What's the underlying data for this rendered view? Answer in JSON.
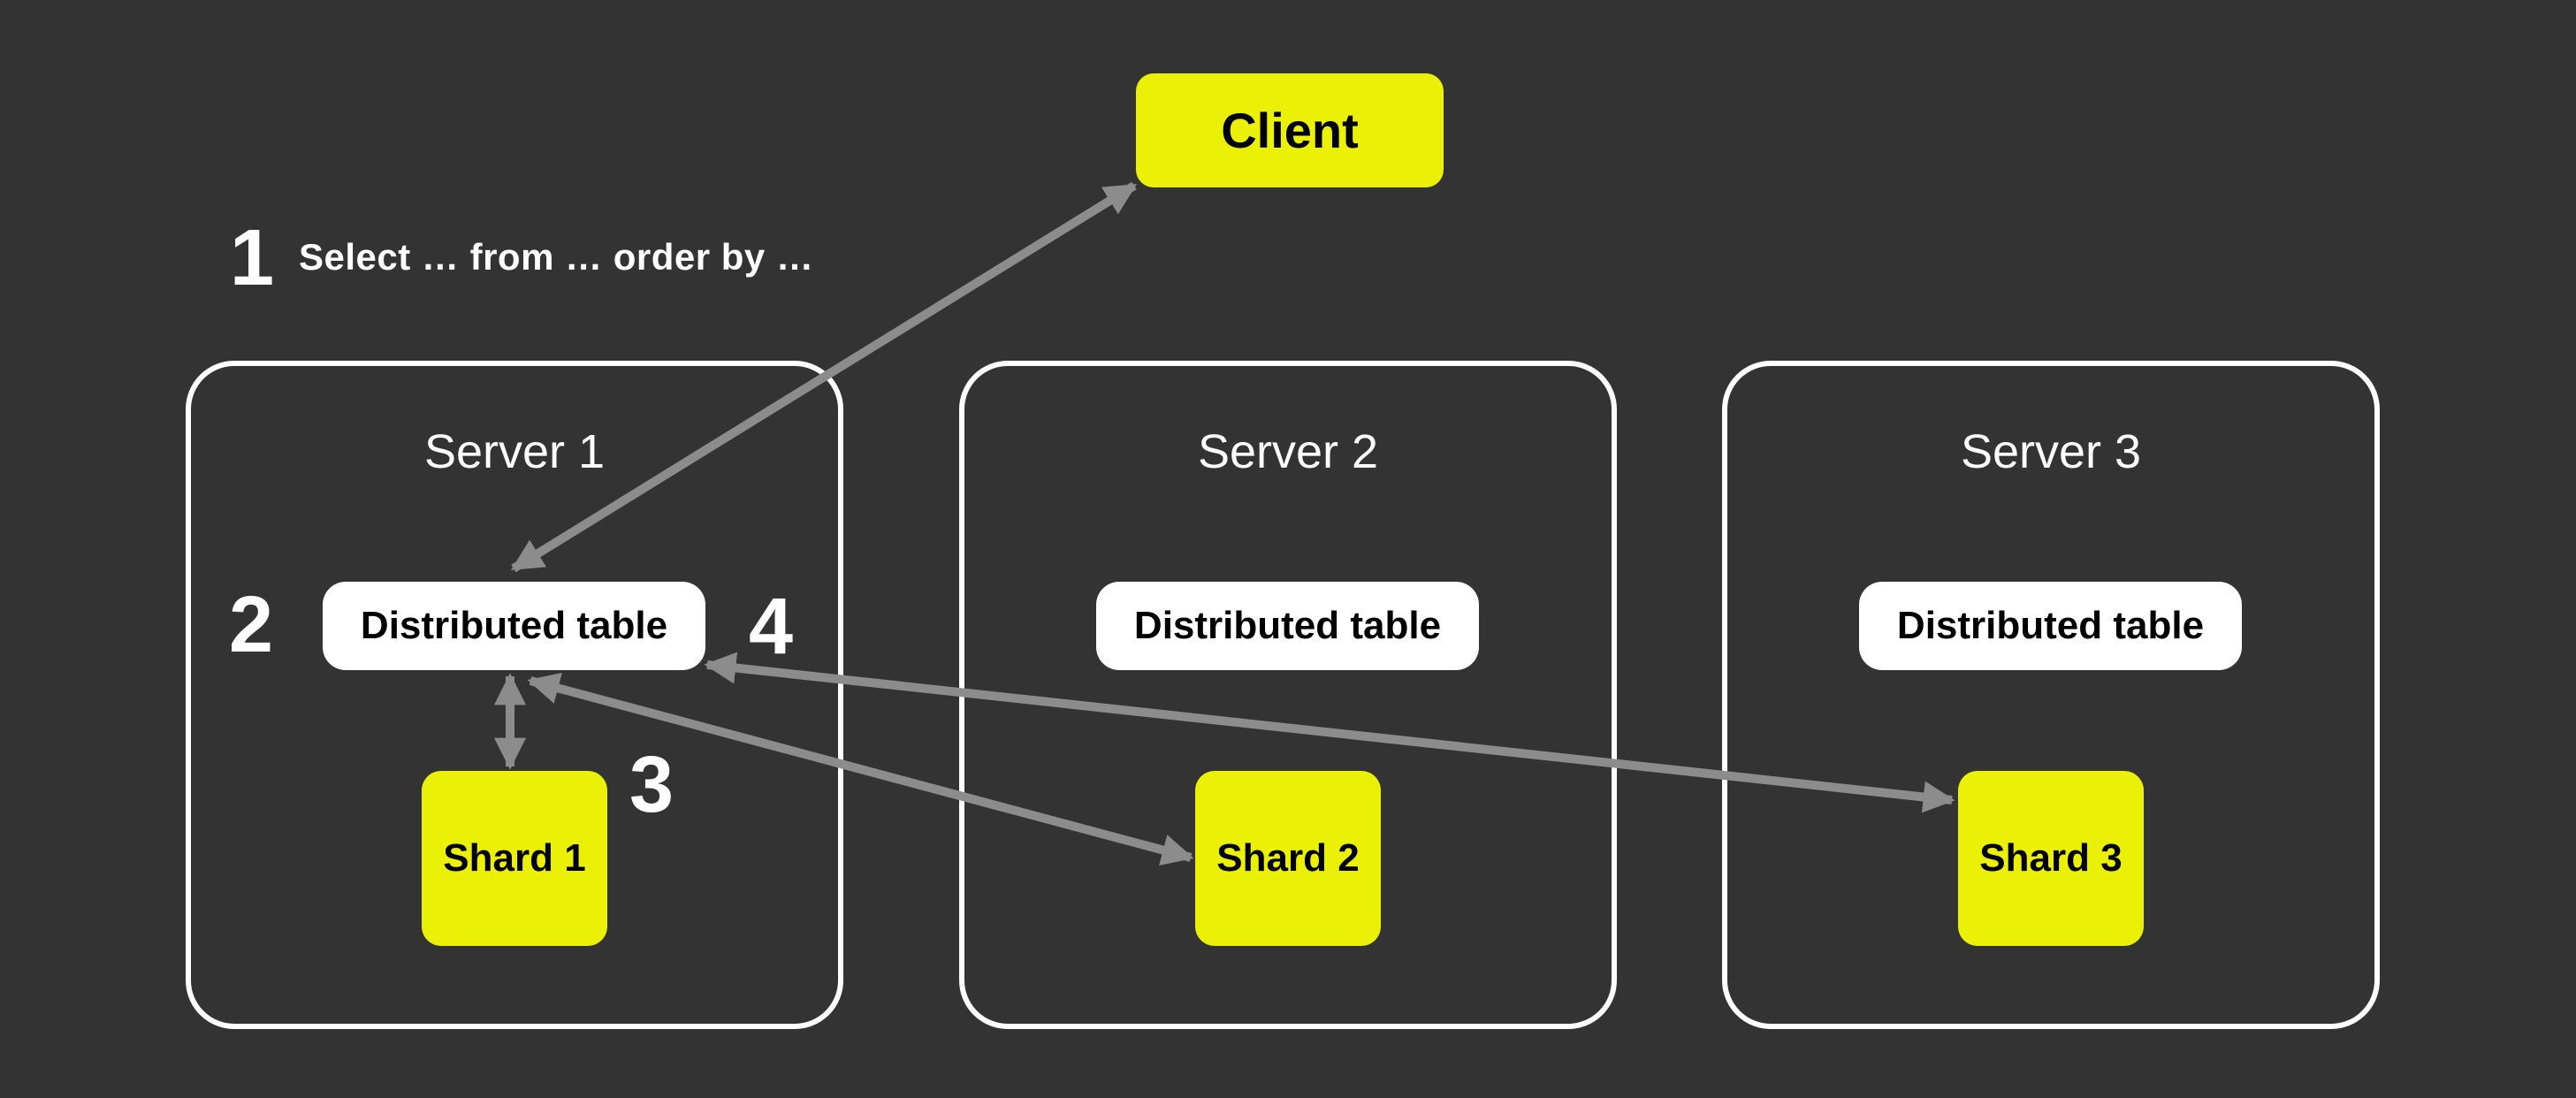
{
  "colors": {
    "background": "#333333",
    "accent_yellow": "#EAF106",
    "node_white": "#FFFFFF",
    "arrow_gray": "#8C8C8C",
    "text_light": "#FFFFFF",
    "text_dark": "#000000",
    "server_border": "#FFFFFF"
  },
  "client": {
    "label": "Client"
  },
  "annotation": {
    "number": "1",
    "query": "Select … from … order by …"
  },
  "step_markers": {
    "two": "2",
    "three": "3",
    "four": "4"
  },
  "servers": [
    {
      "title": "Server 1",
      "distributed_table": "Distributed table",
      "shard": "Shard 1"
    },
    {
      "title": "Server 2",
      "distributed_table": "Distributed table",
      "shard": "Shard 2"
    },
    {
      "title": "Server 3",
      "distributed_table": "Distributed table",
      "shard": "Shard 3"
    }
  ]
}
